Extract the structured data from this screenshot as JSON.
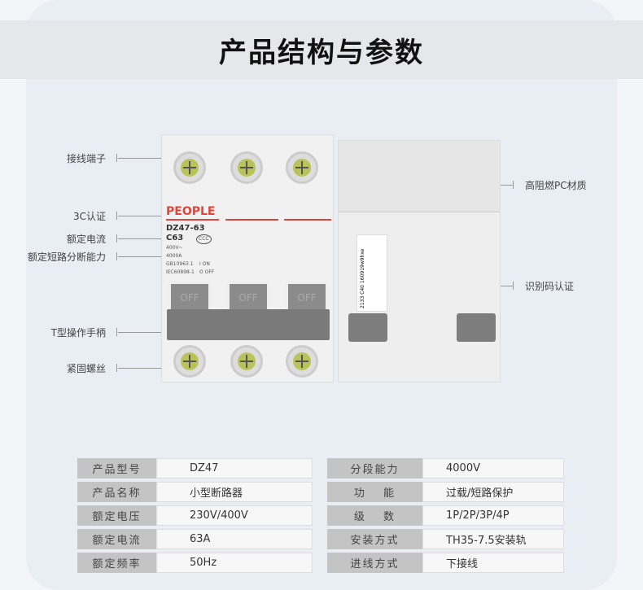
{
  "title": "产品结构与参数",
  "left_labels": [
    "接线端子",
    "3C认证",
    "额定电流",
    "额定短路分断能力",
    "T型操作手柄",
    "紧固螺丝"
  ],
  "right_labels": [
    "高阻燃PC材质",
    "识别码认证"
  ],
  "product": {
    "brand": "PEOPLE",
    "model": "DZ47-63",
    "rating": "C63",
    "volt": "400V~",
    "breaking": "4000A",
    "std1": "GB10963.1",
    "std2": "IEC60898-1",
    "on": "I ON",
    "off": "O OFF",
    "handle": "OFF",
    "ccc": "CCC",
    "label_code": "2133 C40",
    "label_serial": "160919w9hxe"
  },
  "specs_left": [
    {
      "k": "产品型号",
      "v": "DZ47"
    },
    {
      "k": "产品名称",
      "v": "小型断路器"
    },
    {
      "k": "额定电压",
      "v": "230V/400V"
    },
    {
      "k": "额定电流",
      "v": "63A"
    },
    {
      "k": "额定频率",
      "v": "50Hz"
    }
  ],
  "specs_right": [
    {
      "k": "分段能力",
      "v": "4000V"
    },
    {
      "k": "功　 能",
      "v": "过载/短路保护"
    },
    {
      "k": "级　 数",
      "v": "1P/2P/3P/4P"
    },
    {
      "k": "安装方式",
      "v": "TH35-7.5安装轨"
    },
    {
      "k": "进线方式",
      "v": "下接线"
    }
  ]
}
